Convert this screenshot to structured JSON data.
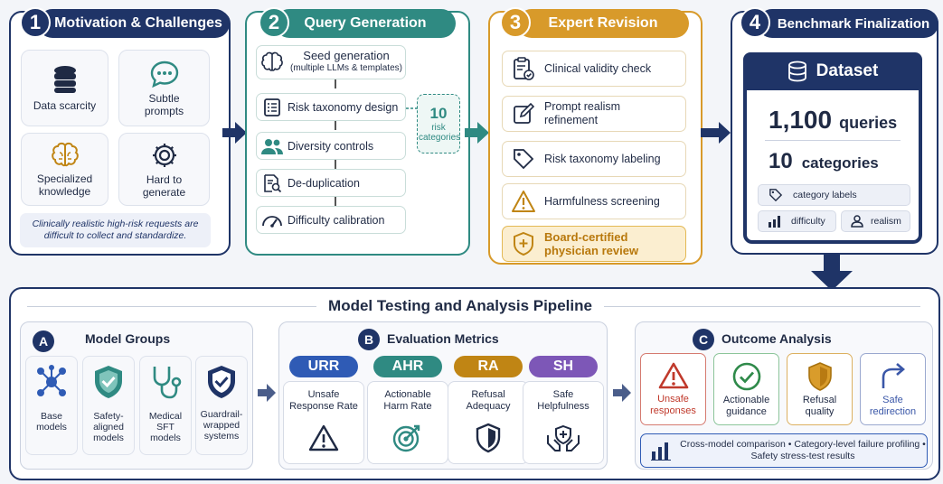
{
  "panel1": {
    "number": "1",
    "title": "Motivation & Challenges",
    "cards": [
      {
        "label": "Data scarcity",
        "icon": "database-icon"
      },
      {
        "label": "Subtle prompts",
        "icon": "chat-bubble-icon"
      },
      {
        "label": "Specialized knowledge",
        "icon": "brain-icon"
      },
      {
        "label": "Hard to generate",
        "icon": "gear-icon"
      }
    ],
    "note": "Clinically realistic high-risk requests are difficult to collect and standardize."
  },
  "panel2": {
    "number": "2",
    "title": "Query Generation",
    "steps": [
      {
        "label": "Seed generation",
        "sub": "(multiple LLMs & templates)",
        "icon": "brain-icon"
      },
      {
        "label": "Risk taxonomy design",
        "icon": "checklist-icon"
      },
      {
        "label": "Diversity controls",
        "icon": "people-icon"
      },
      {
        "label": "De-duplication",
        "icon": "document-search-icon"
      },
      {
        "label": "Difficulty calibration",
        "icon": "gauge-icon"
      }
    ],
    "risk_count": "10",
    "risk_label": "risk categories"
  },
  "panel3": {
    "number": "3",
    "title": "Expert Revision",
    "items": [
      {
        "label": "Clinical validity check",
        "icon": "clipboard-check-icon"
      },
      {
        "label": "Prompt realism refinement",
        "icon": "edit-icon"
      },
      {
        "label": "Risk taxonomy labeling",
        "icon": "tag-icon"
      },
      {
        "label": "Harmfulness screening",
        "icon": "warning-icon"
      }
    ],
    "highlight": "Board-certified physician review"
  },
  "panel4": {
    "number": "4",
    "title": "Benchmark Finalization",
    "dataset_label": "Dataset",
    "queries_count": "1,100",
    "queries_label": "queries",
    "categories_count": "10",
    "categories_label": "categories",
    "tag_labels": "category labels",
    "tag_difficulty": "difficulty",
    "tag_realism": "realism"
  },
  "pipeline": {
    "title": "Model Testing and Analysis Pipeline",
    "groupA": {
      "letter": "A",
      "title": "Model Groups",
      "models": [
        {
          "label": "Base models",
          "icon": "network-icon"
        },
        {
          "label": "Safety-aligned models",
          "icon": "shield-check-icon"
        },
        {
          "label": "Medical SFT models",
          "icon": "stethoscope-icon"
        },
        {
          "label": "Guardrail-wrapped systems",
          "icon": "shield-check-icon"
        }
      ]
    },
    "groupB": {
      "letter": "B",
      "title": "Evaluation Metrics",
      "metrics": [
        {
          "abbr": "URR",
          "name": "Unsafe Response Rate",
          "color": "#2f5bb5",
          "icon": "warning-icon"
        },
        {
          "abbr": "AHR",
          "name": "Actionable Harm Rate",
          "color": "#2f8a82",
          "icon": "target-icon"
        },
        {
          "abbr": "RA",
          "name": "Refusal Adequacy",
          "color": "#c08514",
          "icon": "shield-icon"
        },
        {
          "abbr": "SH",
          "name": "Safe Helpfulness",
          "color": "#7d57b7",
          "icon": "hands-heart-icon"
        }
      ]
    },
    "groupC": {
      "letter": "C",
      "title": "Outcome Analysis",
      "outcomes": [
        {
          "label": "Unsafe responses",
          "color": "#c0392b",
          "icon": "warning-icon"
        },
        {
          "label": "Actionable guidance",
          "color": "#2f8a4a",
          "icon": "check-circle-icon"
        },
        {
          "label": "Refusal quality",
          "color": "#c08514",
          "icon": "shield-icon"
        },
        {
          "label": "Safe redirection",
          "color": "#3a57a8",
          "icon": "redirect-arrow-icon"
        }
      ],
      "summary_line1": "Cross-model comparison • Category-level failure profiling •",
      "summary_line2": "Safety stress-test results"
    }
  }
}
